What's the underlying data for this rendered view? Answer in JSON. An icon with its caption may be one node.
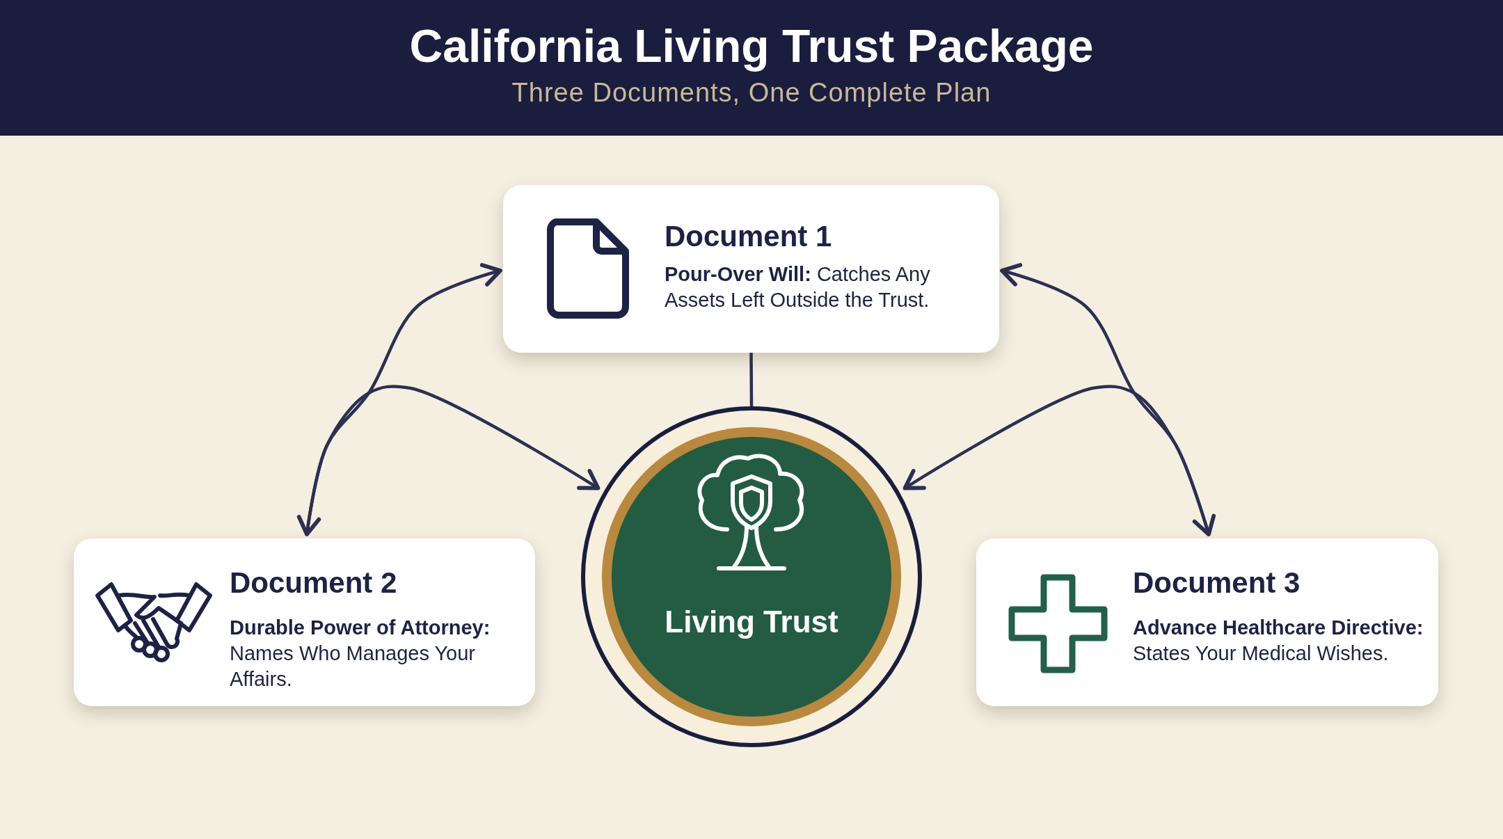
{
  "diagram": {
    "title": "California Living Trust Package",
    "labels": [
      "Three Documents, One Complete Plan"
    ],
    "nodes": [
      {
        "text": [
          "Document 1",
          "**Pour-Over Will:** Catches Any Assets Left Outside the Trust."
        ]
      },
      {
        "text": [
          "Document 2",
          "**Durable Power of Attorney:** Names Who Manages Your Affairs."
        ]
      },
      {
        "text": [
          "Living Trust"
        ]
      },
      {
        "text": [
          "Document 3",
          "**Advance Healthcare Directive:** States Your Medical Wishes."
        ]
      }
    ],
    "edges": [
      {
        "from": 0,
        "to": 2,
        "arrow": "none"
      },
      {
        "from": 1,
        "to": 0,
        "arrow": "both"
      },
      {
        "from": 1,
        "to": 2,
        "arrow": "to"
      },
      {
        "from": 3,
        "to": 0,
        "arrow": "both"
      },
      {
        "from": 3,
        "to": 2,
        "arrow": "to"
      }
    ]
  }
}
